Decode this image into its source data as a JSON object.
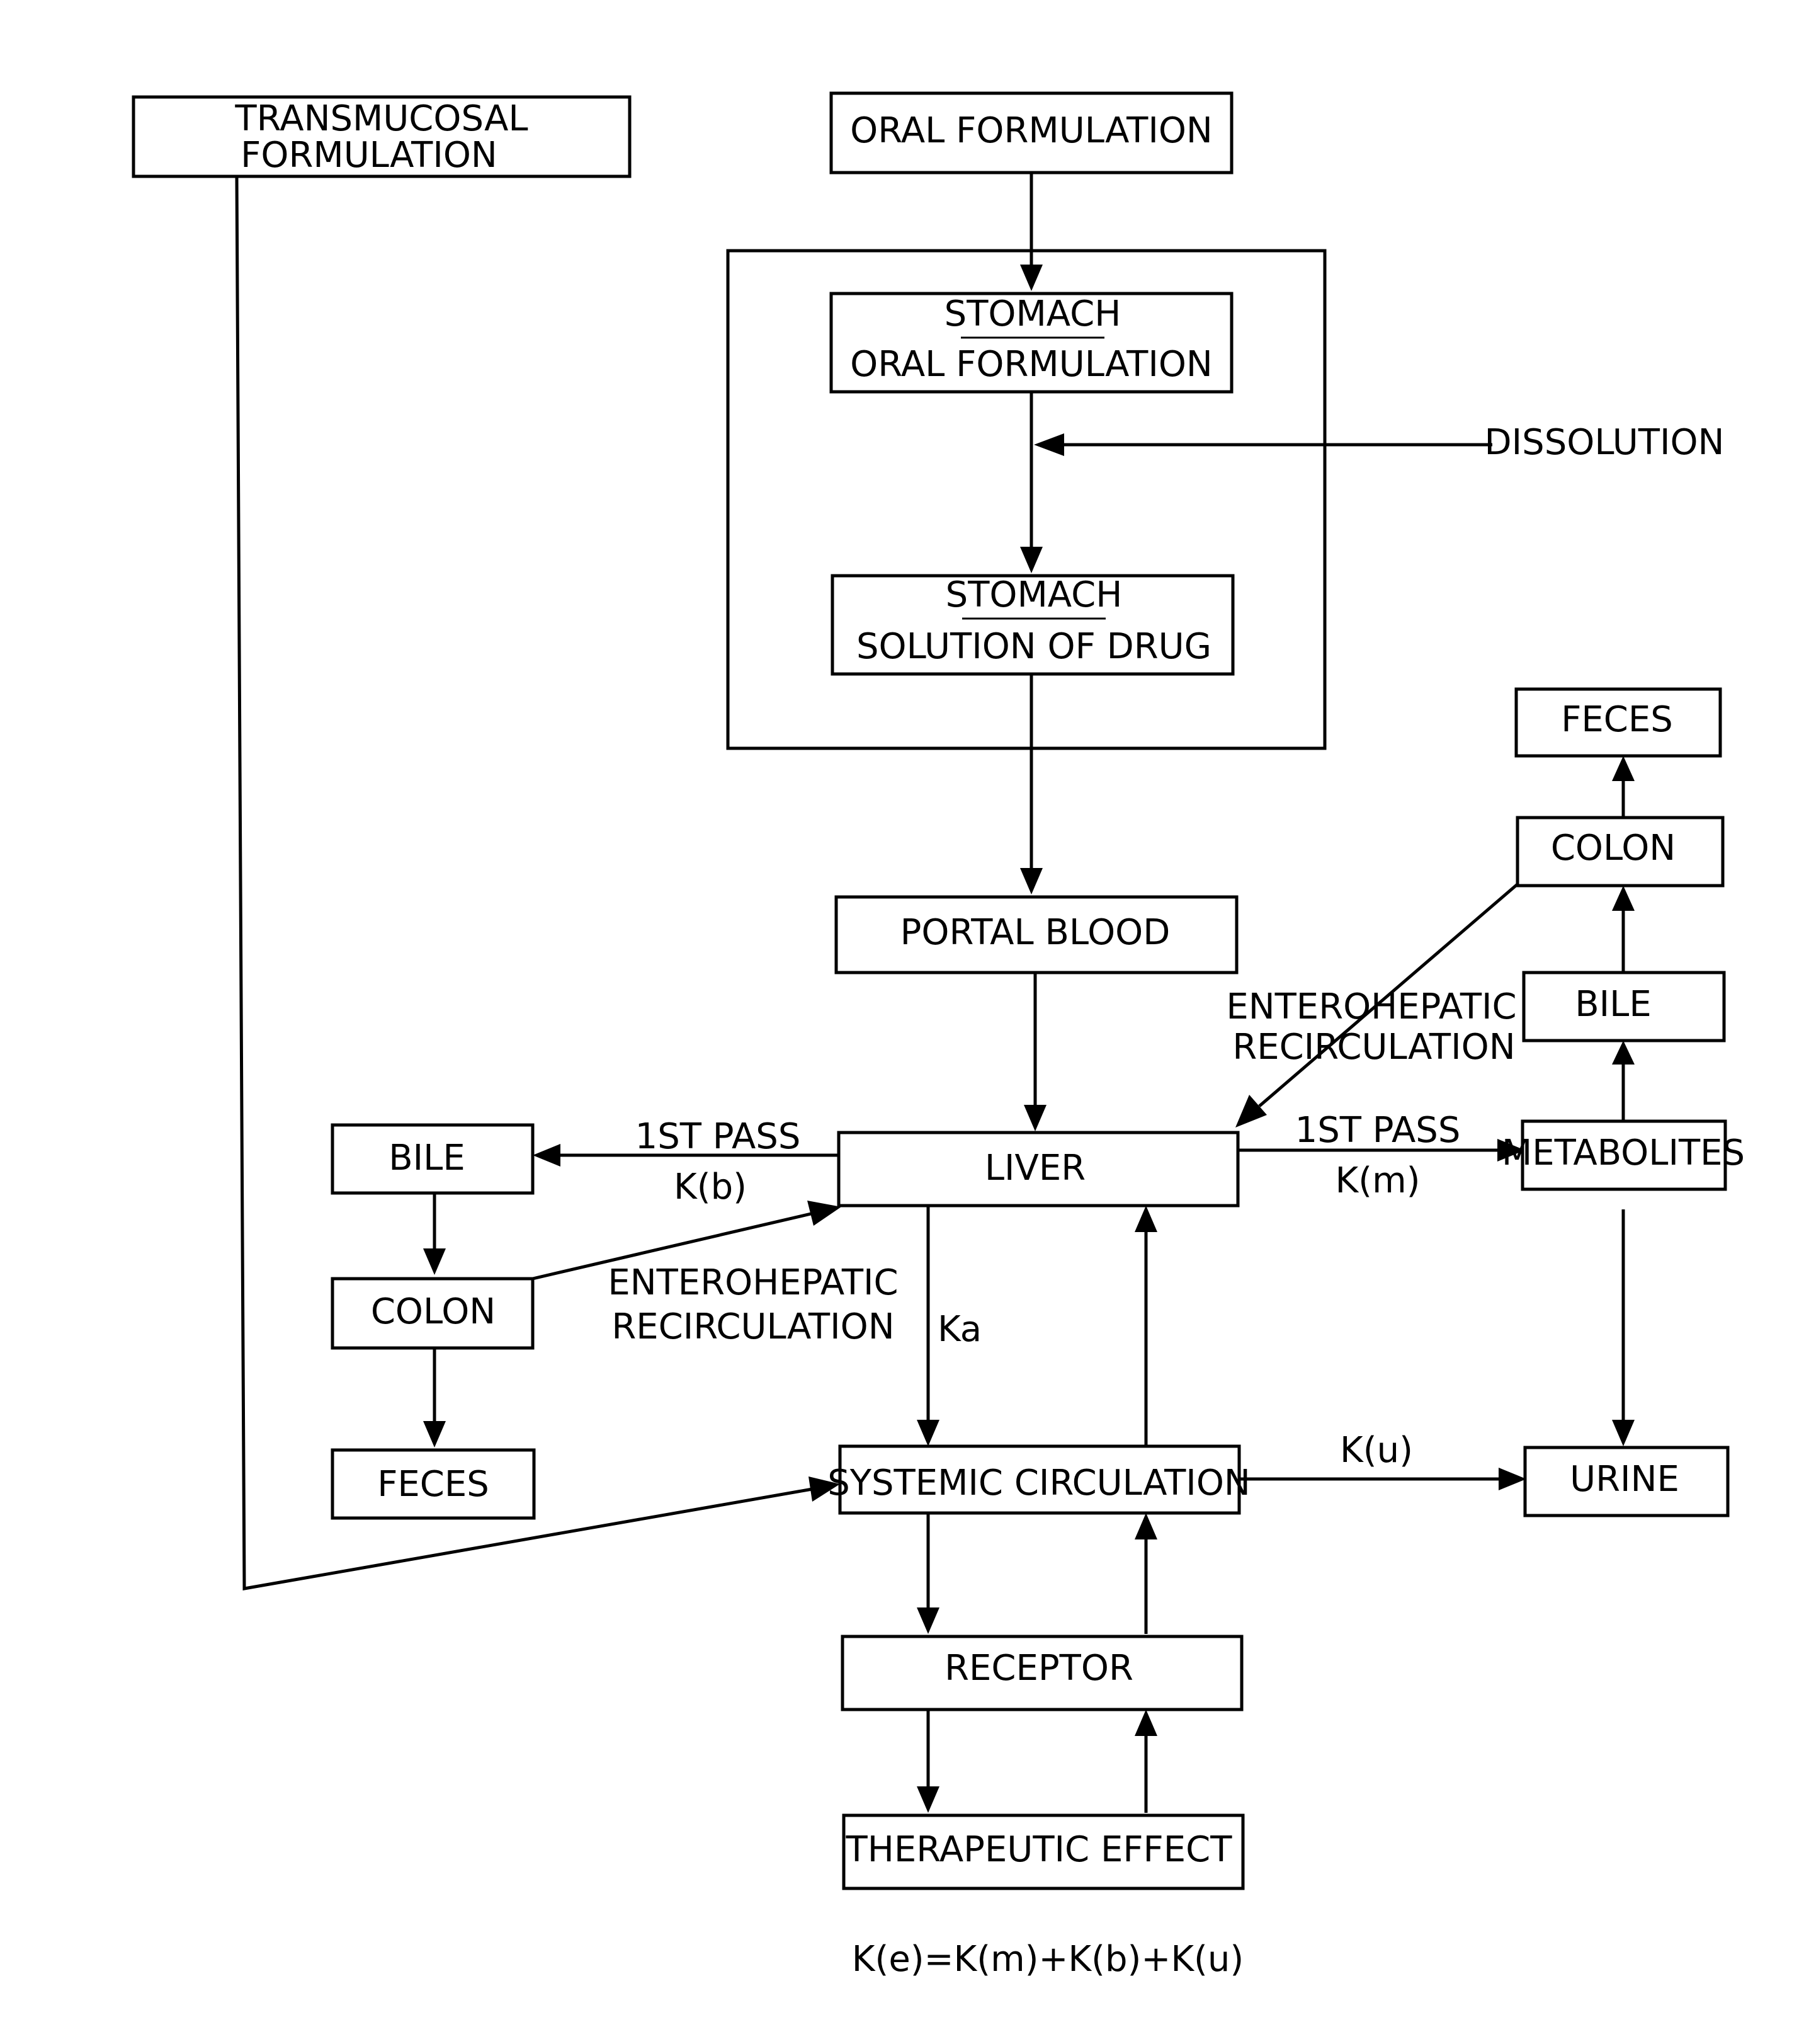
{
  "colors": {
    "ink": "#000000",
    "background": "#ffffff"
  },
  "nodes": {
    "transmucosal": {
      "line1": "TRANSMUCOSAL",
      "line2": "FORMULATION"
    },
    "oral_formulation": "ORAL FORMULATION",
    "stomach_oral": {
      "heading": "STOMACH",
      "line2": "ORAL FORMULATION"
    },
    "stomach_solution": {
      "heading": "STOMACH",
      "line2": "SOLUTION OF DRUG"
    },
    "portal_blood": "PORTAL BLOOD",
    "liver": "LIVER",
    "bile_left": "BILE",
    "colon_left": "COLON",
    "feces_left": "FECES",
    "metabolites": "METABOLITES",
    "bile_right": "BILE",
    "colon_right": "COLON",
    "feces_right": "FECES",
    "systemic_circulation": "SYSTEMIC CIRCULATION",
    "urine": "URINE",
    "receptor": "RECEPTOR",
    "therapeutic_effect": "THERAPEUTIC EFFECT"
  },
  "labels": {
    "dissolution": "DISSOLUTION",
    "first_pass_left": "1ST PASS",
    "kb": "K(b)",
    "first_pass_right": "1ST PASS",
    "km": "K(m)",
    "enterohepatic_left": {
      "line1": "ENTEROHEPATIC",
      "line2": "RECIRCULATION"
    },
    "enterohepatic_right": {
      "line1": "ENTEROHEPATIC",
      "line2": "RECIRCULATION"
    },
    "ka": "Ka",
    "ku": "K(u)",
    "equation": "K(e)=K(m)+K(b)+K(u)"
  }
}
